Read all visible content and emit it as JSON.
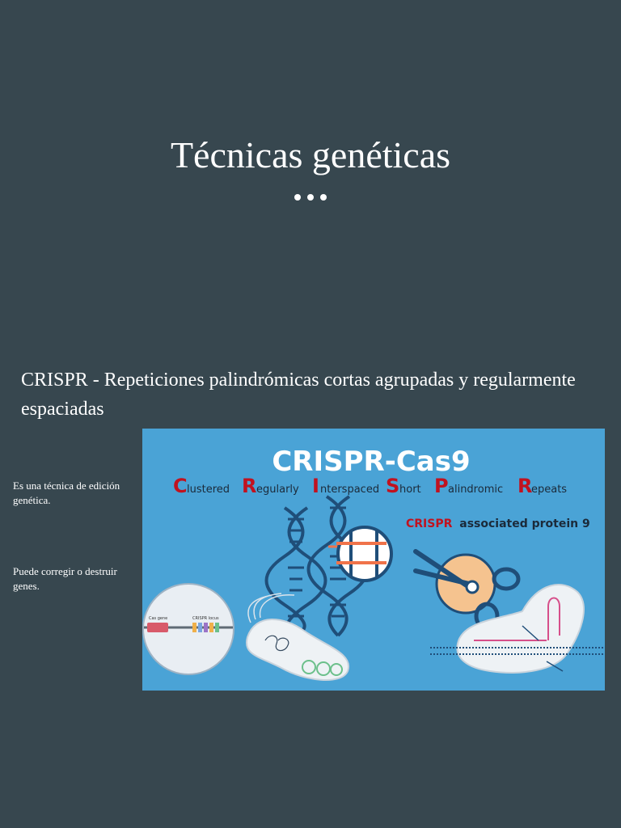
{
  "slide": {
    "title": "Técnicas genéticas",
    "subtitle": "CRISPR - Repeticiones palindrómicas cortas agrupadas y regularmente espaciadas",
    "notes": [
      "Es una técnica de edición genética.",
      "Puede corregir o destruir genes."
    ]
  },
  "figure": {
    "heading": "CRISPR-Cas9",
    "acronym": [
      {
        "initial": "C",
        "rest": "lustered"
      },
      {
        "initial": "R",
        "rest": "egularly"
      },
      {
        "initial": "I",
        "rest": "nterspaced"
      },
      {
        "initial": "S",
        "rest": "hort"
      },
      {
        "initial": "P",
        "rest": "alindromic"
      },
      {
        "initial": "R",
        "rest": "epeats"
      }
    ],
    "protein_highlight": "CRISPR",
    "protein_rest": "associated protein 9",
    "cas_gene_label": "Cas gene",
    "locus_label": "CRISPR locus",
    "colors": {
      "background": "#4aa3d6",
      "heading_text": "#ffffff",
      "acronym_initial": "#c1121f",
      "helix": "#1f4e79",
      "accent_orange": "#f0734a"
    }
  }
}
